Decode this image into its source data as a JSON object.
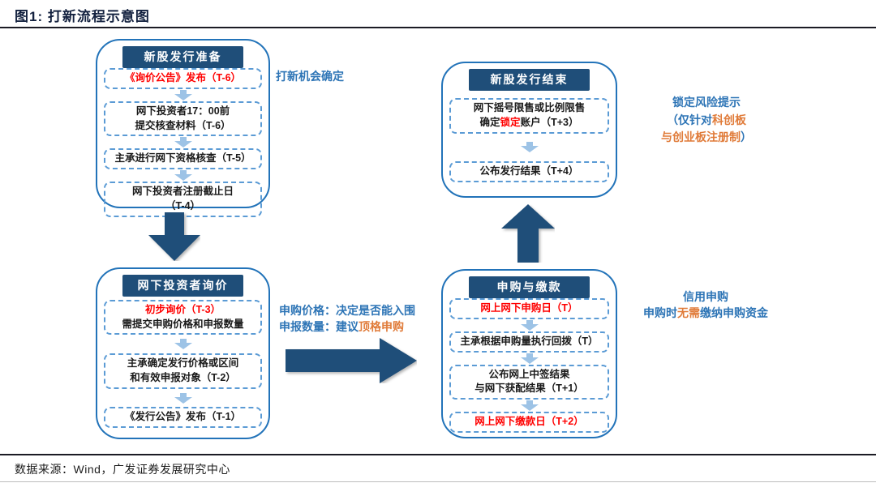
{
  "palette": {
    "navy": "#1F4E79",
    "boxBorder": "#2273B9",
    "dashBorder": "#5B9BD5",
    "lightArrow": "#9DC3E6",
    "red": "#FF0000",
    "blue": "#2E75B6",
    "orange": "#E07B39",
    "black": "#1A1A1A"
  },
  "title": "图1:  打新流程示意图",
  "footer": {
    "source": "数据来源：Wind，广发证券发展研究中心"
  },
  "boxes": {
    "prep": {
      "title": "新股发行准备",
      "steps": [
        {
          "lines": [
            [
              {
                "t": "《询价公告》发布（T-6）",
                "c": "red"
              }
            ]
          ]
        },
        {
          "lines": [
            [
              {
                "t": "网下投资者17：00前",
                "c": "black"
              }
            ],
            [
              {
                "t": "提交核查材料（T-6）",
                "c": "black"
              }
            ]
          ]
        },
        {
          "lines": [
            [
              {
                "t": "主承进行网下资格核查（T-5）",
                "c": "black"
              }
            ]
          ]
        },
        {
          "lines": [
            [
              {
                "t": "网下投资者注册截止日",
                "c": "black"
              }
            ],
            [
              {
                "t": "（T-4）",
                "c": "black"
              }
            ]
          ]
        }
      ]
    },
    "inquiry": {
      "title": "网下投资者询价",
      "steps": [
        {
          "lines": [
            [
              {
                "t": "初步询价（T-3）",
                "c": "red"
              }
            ],
            [
              {
                "t": "需提交申购价格和申报数量",
                "c": "black"
              }
            ]
          ]
        },
        {
          "lines": [
            [
              {
                "t": "主承确定发行价格或区间",
                "c": "black"
              }
            ],
            [
              {
                "t": "和有效申报对象（T-2）",
                "c": "black"
              }
            ]
          ]
        },
        {
          "lines": [
            [
              {
                "t": "《发行公告》发布（T-1）",
                "c": "black"
              }
            ]
          ]
        }
      ]
    },
    "subscription": {
      "title": "申购与缴款",
      "steps": [
        {
          "lines": [
            [
              {
                "t": "网上网下申购日（T）",
                "c": "red"
              }
            ]
          ]
        },
        {
          "lines": [
            [
              {
                "t": "主承根据申购量执行回拨（T）",
                "c": "black"
              }
            ]
          ]
        },
        {
          "lines": [
            [
              {
                "t": "公布网上中签结果",
                "c": "black"
              }
            ],
            [
              {
                "t": "与网下获配结果（T+1）",
                "c": "black"
              }
            ]
          ]
        },
        {
          "lines": [
            [
              {
                "t": "网上网下缴款日（T+2）",
                "c": "red"
              }
            ]
          ]
        }
      ]
    },
    "finish": {
      "title": "新股发行结束",
      "steps": [
        {
          "lines": [
            [
              {
                "t": "网下摇号限售或比例限售",
                "c": "black"
              }
            ],
            [
              {
                "t": "确定",
                "c": "black"
              },
              {
                "t": "锁定",
                "c": "red"
              },
              {
                "t": "账户（T+3）",
                "c": "black"
              }
            ]
          ]
        },
        {
          "lines": [
            [
              {
                "t": "公布发行结果（T+4）",
                "c": "black"
              }
            ]
          ]
        }
      ]
    }
  },
  "annotations": {
    "opportunity": {
      "lines": [
        [
          {
            "t": "打新机会确定",
            "c": "blue"
          }
        ]
      ]
    },
    "lock_risk": {
      "lines": [
        [
          {
            "t": "锁定风险提示",
            "c": "blue"
          }
        ],
        [
          {
            "t": "（仅针对",
            "c": "blue"
          },
          {
            "t": "科创板",
            "c": "orange"
          }
        ],
        [
          {
            "t": "与创业板注册制",
            "c": "orange"
          },
          {
            "t": "）",
            "c": "blue"
          }
        ]
      ]
    },
    "pricing": {
      "lines": [
        [
          {
            "t": "申购价格：决定是否能入围",
            "c": "blue"
          }
        ],
        [
          {
            "t": "申报数量：建议",
            "c": "blue"
          },
          {
            "t": "顶格申购",
            "c": "orange"
          }
        ]
      ]
    },
    "credit": {
      "lines": [
        [
          {
            "t": "信用申购",
            "c": "blue"
          }
        ],
        [
          {
            "t": "申购时",
            "c": "blue"
          },
          {
            "t": "无需",
            "c": "orange"
          },
          {
            "t": "缴纳申购资金",
            "c": "blue"
          }
        ]
      ]
    }
  }
}
